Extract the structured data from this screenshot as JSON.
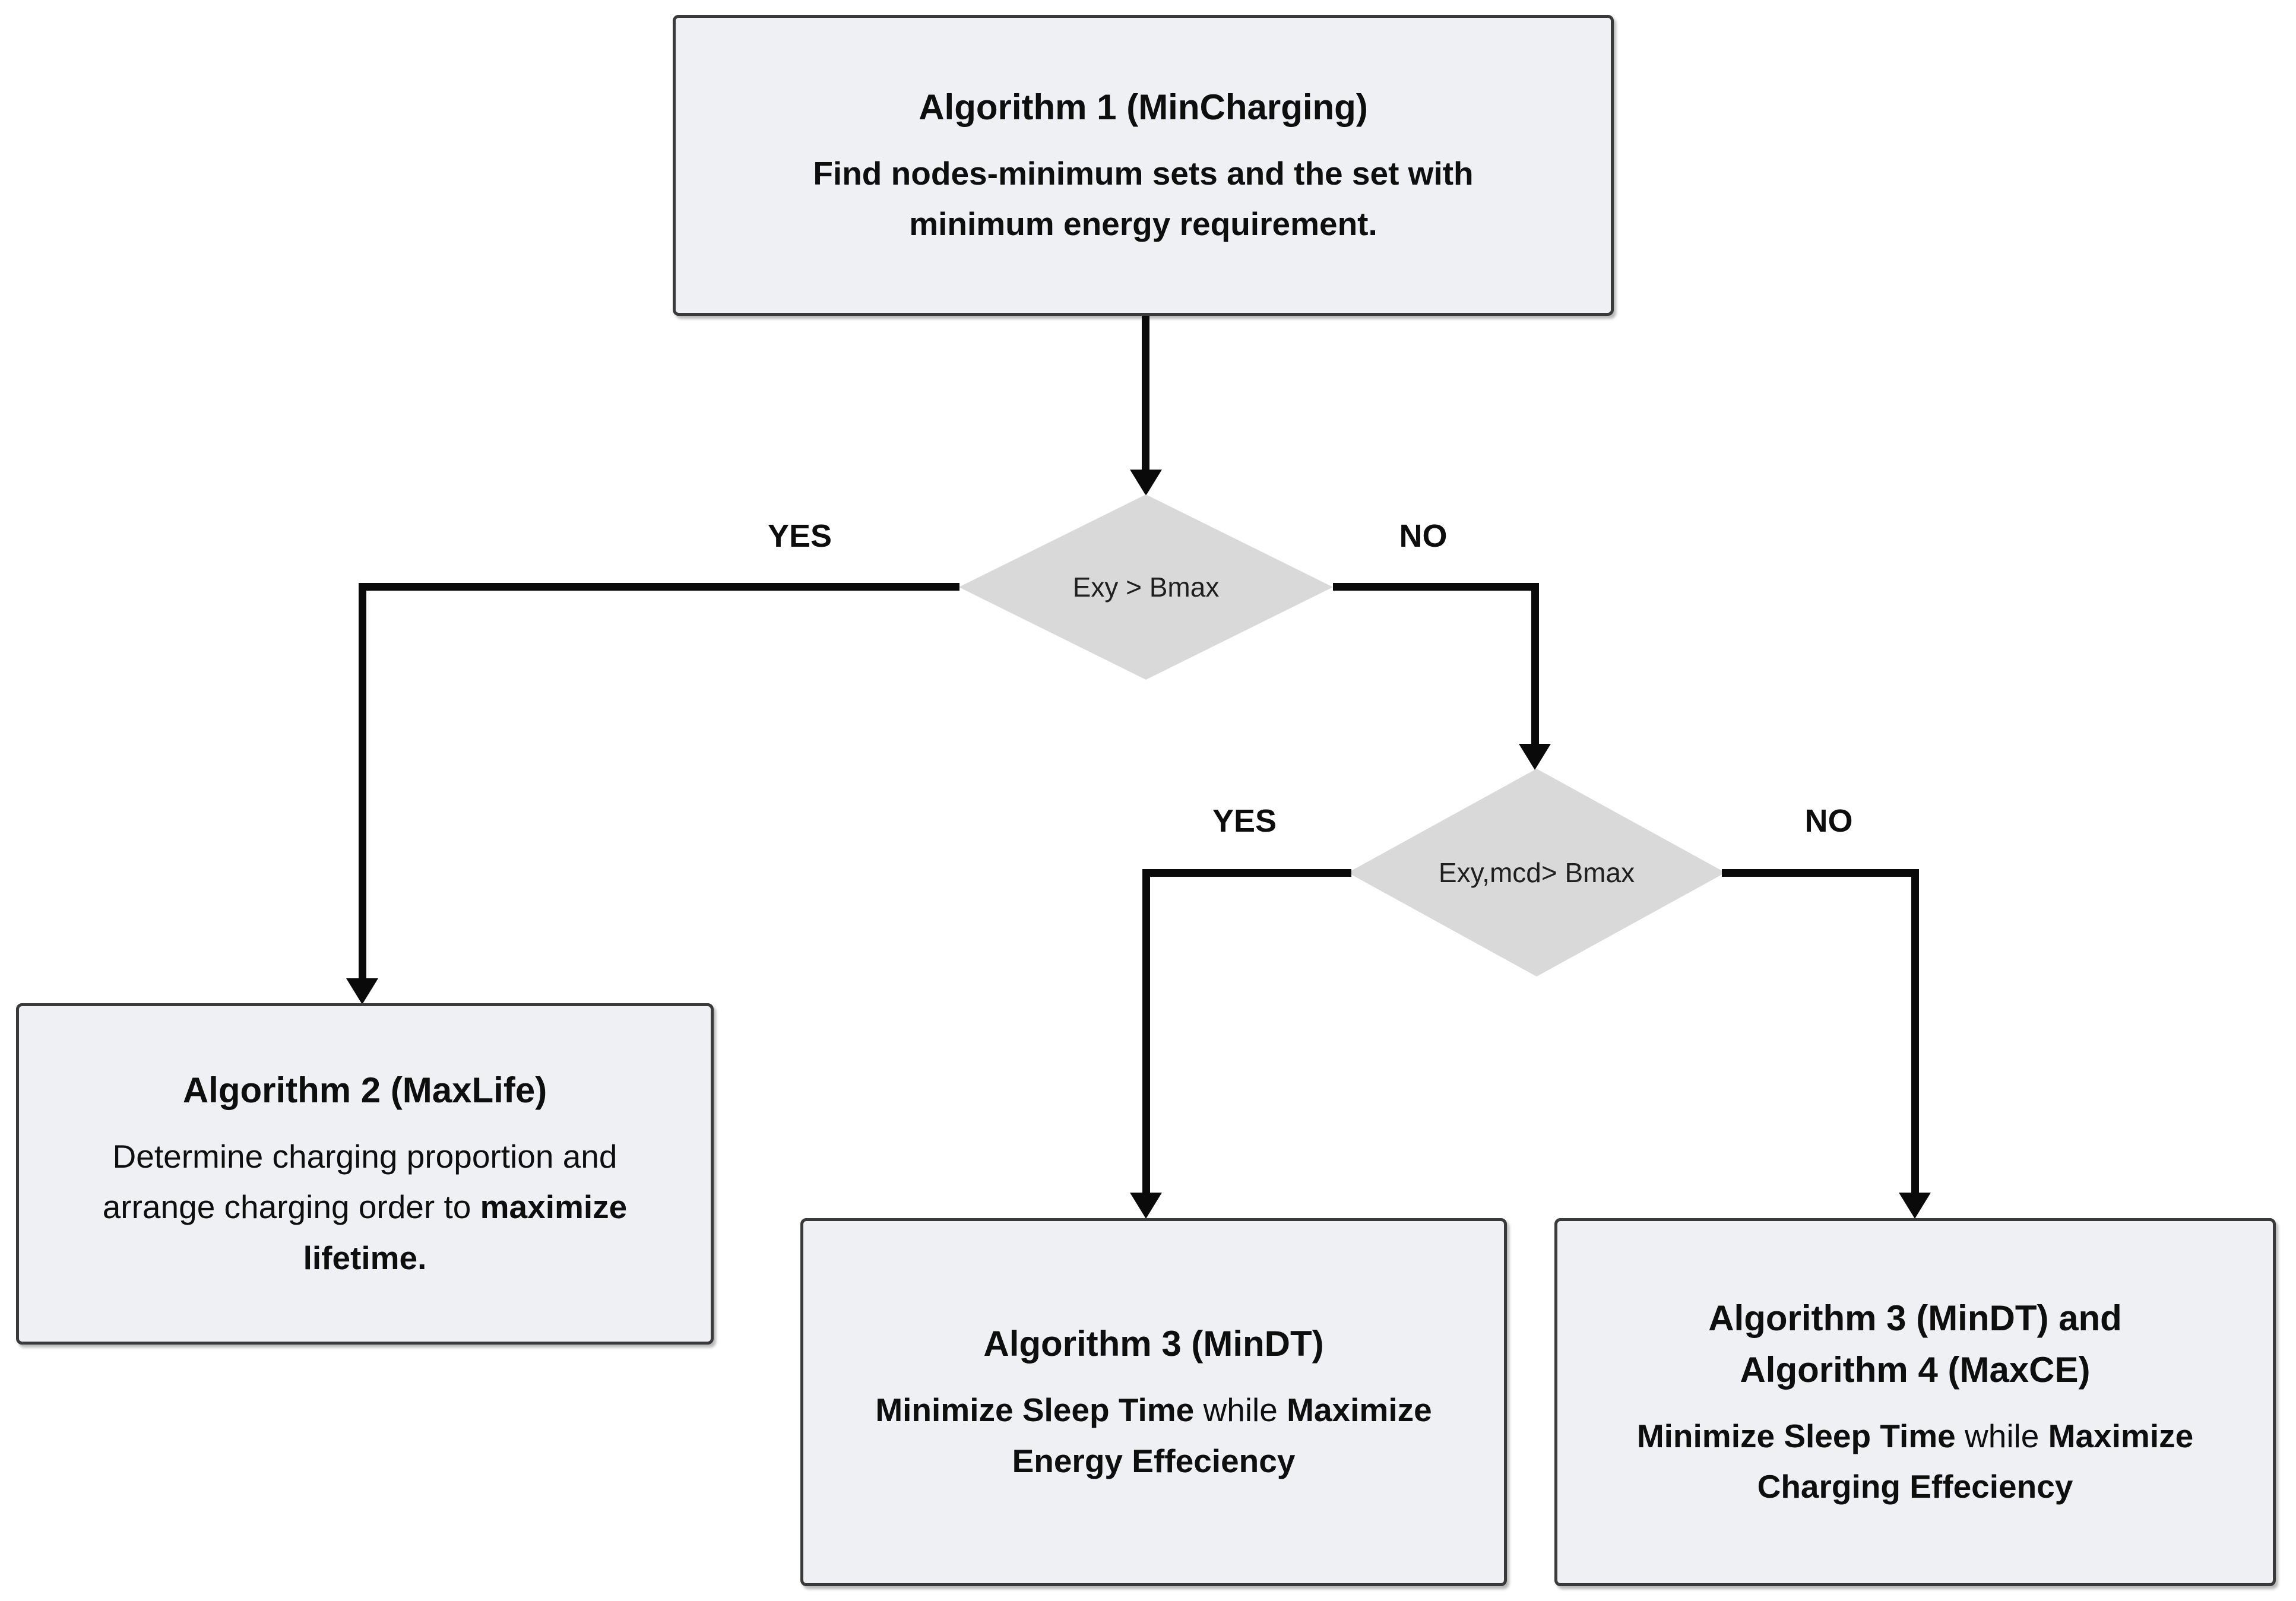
{
  "colors": {
    "background": "#ffffff",
    "box_fill": "#eef0f4",
    "box_border": "#3a3a3a",
    "diamond_fill": "#d9d9d9",
    "connector": "#0a0a0a",
    "text": "#0e0e0e"
  },
  "nodes": {
    "algo1": {
      "title": "Algorithm 1 (MinCharging)",
      "body": "Find nodes-minimum sets and the set with minimum energy requirement."
    },
    "algo2": {
      "title": "Algorithm 2 (MaxLife)",
      "body_regular": "Determine charging proportion and arrange charging order to ",
      "body_bold": "maximize lifetime."
    },
    "algo3": {
      "title": "Algorithm 3 (MinDT)",
      "body_bold_1": "Minimize Sleep Time",
      "body_regular": " while ",
      "body_bold_2": "Maximize Energy Effeciency"
    },
    "algo3_4": {
      "title": "Algorithm 3 (MinDT) and Algorithm 4 (MaxCE)",
      "body_bold_1": "Minimize Sleep Time",
      "body_regular": " while ",
      "body_bold_2": "Maximize Charging Effeciency"
    }
  },
  "decisions": {
    "decision1": {
      "condition": "Exy > Bmax",
      "yes_label": "YES",
      "no_label": "NO"
    },
    "decision2": {
      "condition": "Exy,mcd> Bmax",
      "yes_label": "YES",
      "no_label": "NO"
    }
  }
}
